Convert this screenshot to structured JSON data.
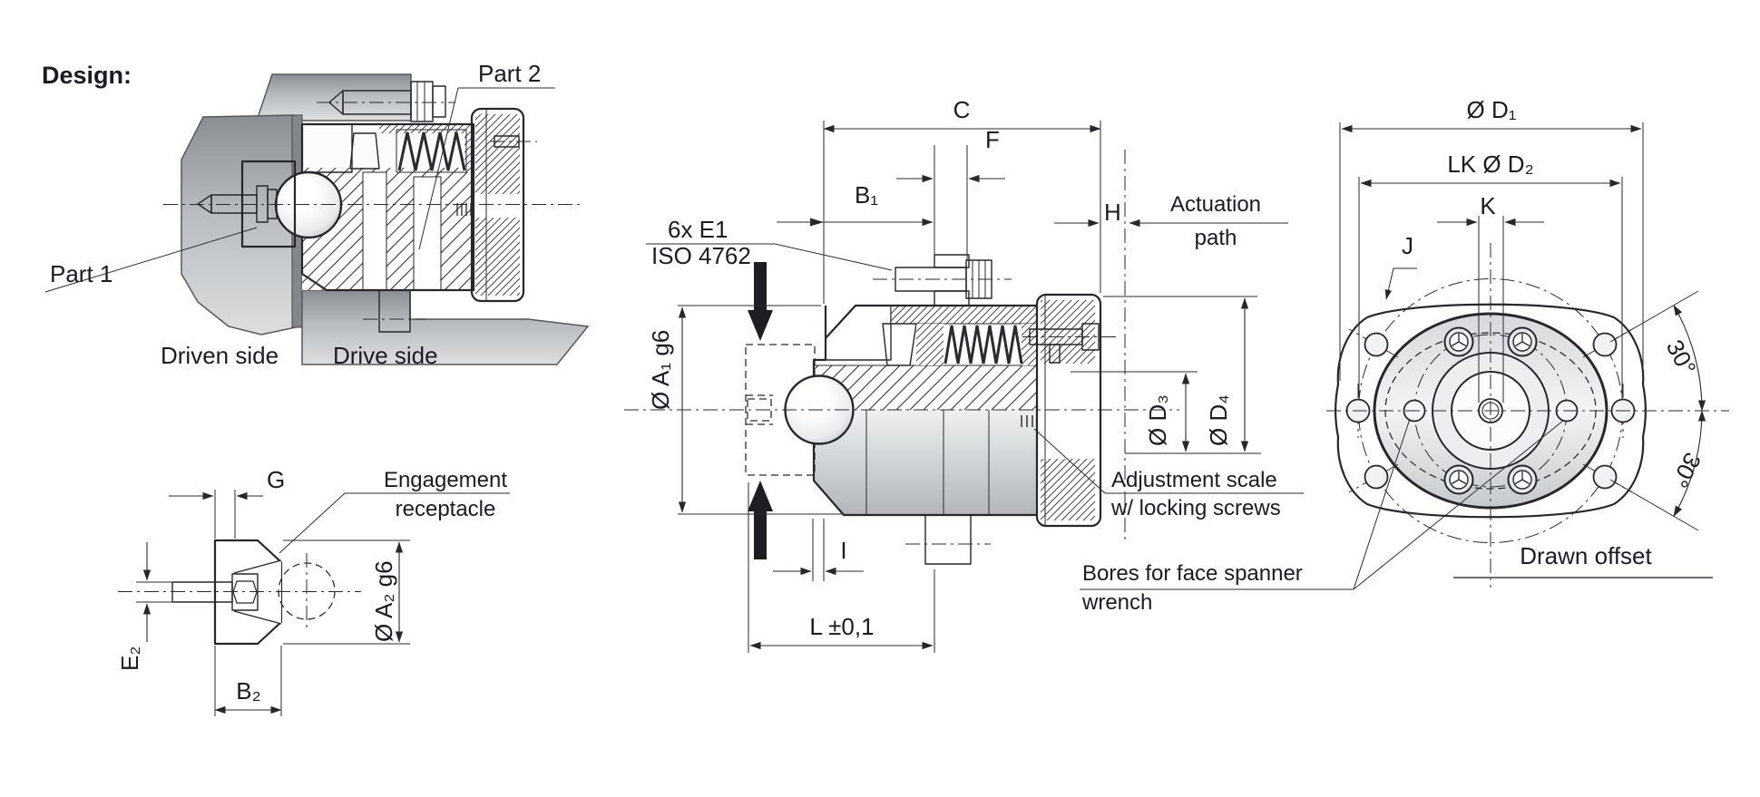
{
  "page": {
    "background": "#ffffff",
    "line_color": "#26262d",
    "text_color": "#1b1b25"
  },
  "design_view": {
    "title": "Design:",
    "part1": "Part 1",
    "part2": "Part 2",
    "driven_side": "Driven side",
    "drive_side": "Drive side"
  },
  "receptacle_view": {
    "callout_line1": "Engagement",
    "callout_line2": "receptacle",
    "dim_g": "G",
    "dim_e2": "E₂",
    "dim_b2": "B₂",
    "dim_a2": "Ø A₂ g6"
  },
  "section_view": {
    "dim_c": "C",
    "dim_f": "F",
    "dim_b1": "B₁",
    "dim_h": "H",
    "actuation_line1": "Actuation",
    "actuation_line2": "path",
    "screw_spec_line1": "6x E1",
    "screw_spec_line2": "ISO 4762",
    "dim_a1": "Ø A₁ g6",
    "dim_d3": "Ø D₃",
    "dim_d4": "Ø D₄",
    "scale_callout_line1": "Adjustment scale",
    "scale_callout_line2": "w/ locking screws",
    "dim_i": "I",
    "dim_l": "L ±0,1"
  },
  "front_view": {
    "dim_d1": "Ø D₁",
    "dim_d2": "LK Ø D₂",
    "dim_k": "K",
    "dim_j": "J",
    "angle_upper": "30°",
    "angle_lower": "30°",
    "bores_callout_line1": "Bores for face spanner",
    "bores_callout_line2": "wrench",
    "drawn_offset": "Drawn offset"
  }
}
